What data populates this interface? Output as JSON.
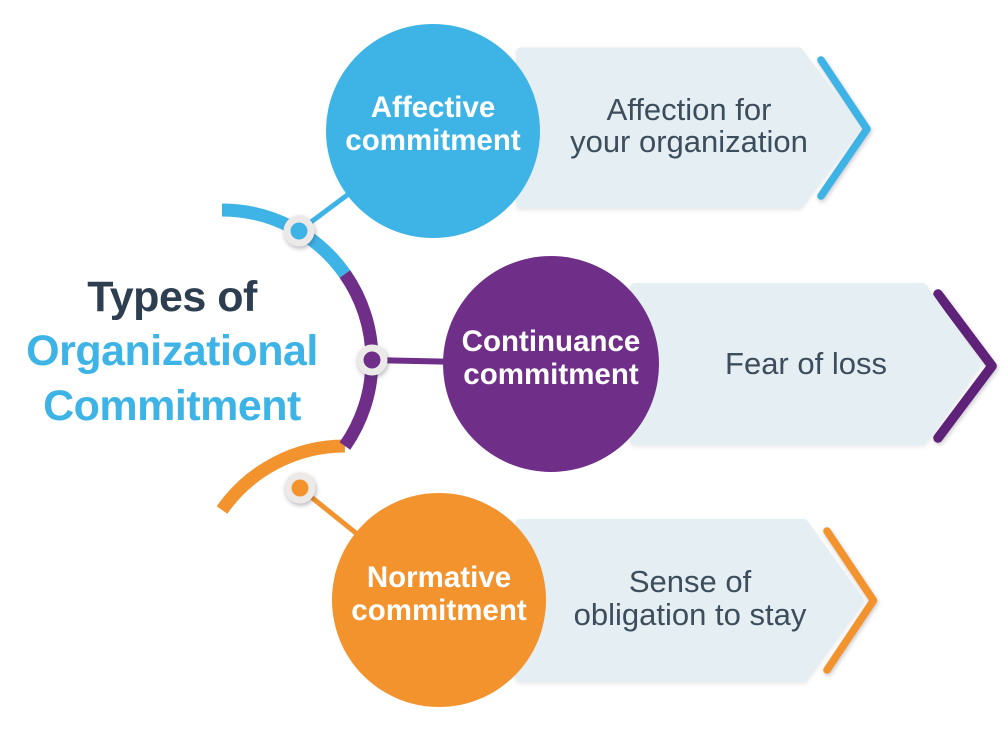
{
  "title": {
    "line1": "Types of",
    "line2": "Organizational",
    "line3": "Commitment"
  },
  "items": [
    {
      "id": "affective",
      "circle_lines": [
        "Affective",
        "commitment"
      ],
      "banner_lines": [
        "Affection for",
        "your organization"
      ],
      "color": "#3eb4e6"
    },
    {
      "id": "continuance",
      "circle_lines": [
        "Continuance",
        "commitment"
      ],
      "banner_lines": [
        "Fear of loss"
      ],
      "color": "#6f2e88"
    },
    {
      "id": "normative",
      "circle_lines": [
        "Normative",
        "commitment"
      ],
      "banner_lines": [
        "Sense of",
        "obligation to stay"
      ],
      "color": "#f2932e"
    }
  ],
  "colors": {
    "blue": "#3eb4e6",
    "purple": "#6f2e88",
    "purple_dark": "#5e2279",
    "orange": "#f2932e",
    "banner_bg": "#e4eef3",
    "title_dark": "#2d3e50",
    "banner_text": "#3d4d5b",
    "circle_text": "#ffffff",
    "node_ring": "#eceae9",
    "background": "#ffffff"
  }
}
